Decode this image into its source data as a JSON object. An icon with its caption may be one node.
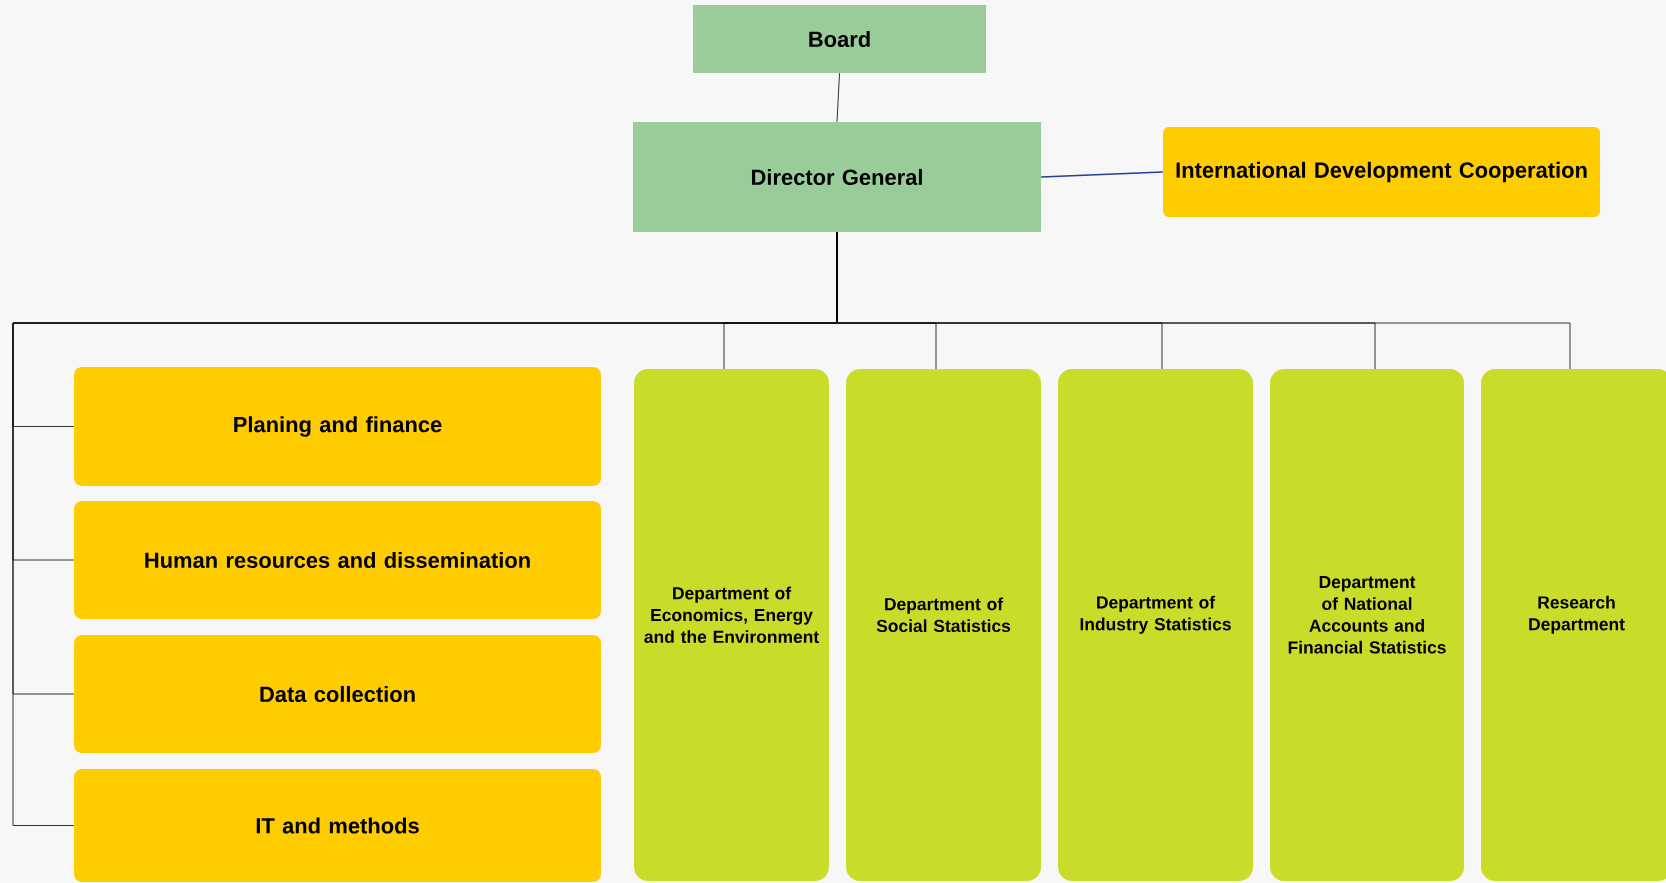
{
  "diagram": {
    "nodes": [
      {
        "text": [
          "Board"
        ]
      },
      {
        "text": [
          "Director General"
        ]
      },
      {
        "text": [
          "International Development Cooperation"
        ]
      },
      {
        "text": [
          "Planing  and finance"
        ]
      },
      {
        "text": [
          "Human resources and dissemination"
        ]
      },
      {
        "text": [
          "Data collection"
        ]
      },
      {
        "text": [
          "IT and methods"
        ]
      },
      {
        "text": [
          "Department of Economics, Energy and the Environment"
        ]
      },
      {
        "text": [
          "Department of Social Statistics"
        ]
      },
      {
        "text": [
          "Department of Industry Statistics"
        ]
      },
      {
        "text": [
          "Department of National Accounts and Financial Statistics"
        ]
      },
      {
        "text": [
          "Research Department"
        ]
      }
    ],
    "edges": [
      {
        "from": 0,
        "to": 1,
        "arrow": "none"
      },
      {
        "from": 1,
        "to": 2,
        "arrow": "none",
        "color": "#1f3f99"
      },
      {
        "from": 1,
        "to": 3,
        "arrow": "none"
      },
      {
        "from": 1,
        "to": 4,
        "arrow": "none"
      },
      {
        "from": 1,
        "to": 5,
        "arrow": "none"
      },
      {
        "from": 1,
        "to": 6,
        "arrow": "none"
      },
      {
        "from": 1,
        "to": 7,
        "arrow": "none"
      },
      {
        "from": 1,
        "to": 8,
        "arrow": "none"
      },
      {
        "from": 1,
        "to": 9,
        "arrow": "none"
      },
      {
        "from": 1,
        "to": 10,
        "arrow": "none"
      },
      {
        "from": 1,
        "to": 11,
        "arrow": "none"
      }
    ]
  }
}
